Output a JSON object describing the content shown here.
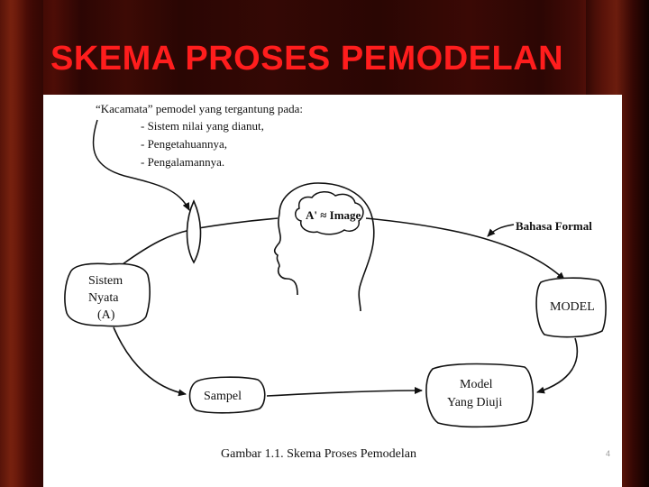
{
  "slide": {
    "title": "SKEMA PROSES PEMODELAN",
    "number": "4"
  },
  "diagram": {
    "note": {
      "heading": "“Kacamata” pemodel yang tergantung pada:",
      "items": [
        "- Sistem nilai yang dianut,",
        "- Pengetahuannya,",
        "- Pengalamannya."
      ]
    },
    "head_label": "A' ≈ Image",
    "formal_label": "Bahasa Formal",
    "nodes": {
      "real_system": [
        "Sistem",
        "Nyata",
        "(A)"
      ],
      "model": "MODEL",
      "sample": "Sampel",
      "tested_model": [
        "Model",
        "Yang Diuji"
      ]
    },
    "caption": "Gambar 1.1. Skema Proses Pemodelan"
  }
}
